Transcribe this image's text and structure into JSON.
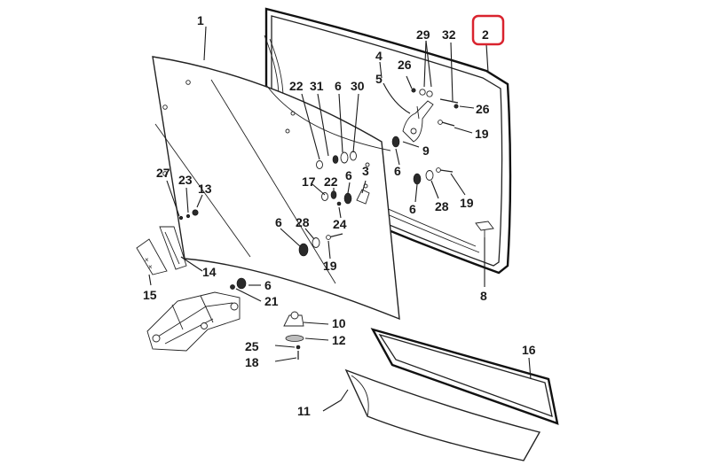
{
  "callouts": [
    {
      "id": "c1",
      "text": "1"
    },
    {
      "id": "c2",
      "text": "2"
    },
    {
      "id": "c3",
      "text": "3"
    },
    {
      "id": "c4",
      "text": "4"
    },
    {
      "id": "c5",
      "text": "5"
    },
    {
      "id": "c6a",
      "text": "6"
    },
    {
      "id": "c6b",
      "text": "6"
    },
    {
      "id": "c6c",
      "text": "6"
    },
    {
      "id": "c6d",
      "text": "6"
    },
    {
      "id": "c6e",
      "text": "6"
    },
    {
      "id": "c6f",
      "text": "6"
    },
    {
      "id": "c8",
      "text": "8"
    },
    {
      "id": "c9",
      "text": "9"
    },
    {
      "id": "c10",
      "text": "10"
    },
    {
      "id": "c11",
      "text": "11"
    },
    {
      "id": "c12",
      "text": "12"
    },
    {
      "id": "c13",
      "text": "13"
    },
    {
      "id": "c14",
      "text": "14"
    },
    {
      "id": "c15",
      "text": "15"
    },
    {
      "id": "c16",
      "text": "16"
    },
    {
      "id": "c17",
      "text": "17"
    },
    {
      "id": "c18",
      "text": "18"
    },
    {
      "id": "c19a",
      "text": "19"
    },
    {
      "id": "c19b",
      "text": "19"
    },
    {
      "id": "c19c",
      "text": "19"
    },
    {
      "id": "c21",
      "text": "21"
    },
    {
      "id": "c22a",
      "text": "22"
    },
    {
      "id": "c22b",
      "text": "22"
    },
    {
      "id": "c23",
      "text": "23"
    },
    {
      "id": "c24",
      "text": "24"
    },
    {
      "id": "c25",
      "text": "25"
    },
    {
      "id": "c26a",
      "text": "26"
    },
    {
      "id": "c26b",
      "text": "26"
    },
    {
      "id": "c27",
      "text": "27"
    },
    {
      "id": "c28a",
      "text": "28"
    },
    {
      "id": "c28b",
      "text": "28"
    },
    {
      "id": "c29",
      "text": "29"
    },
    {
      "id": "c30",
      "text": "30"
    },
    {
      "id": "c31",
      "text": "31"
    },
    {
      "id": "c32",
      "text": "32"
    }
  ],
  "highlight": {
    "callout": "c2",
    "color": "#d9232e"
  }
}
